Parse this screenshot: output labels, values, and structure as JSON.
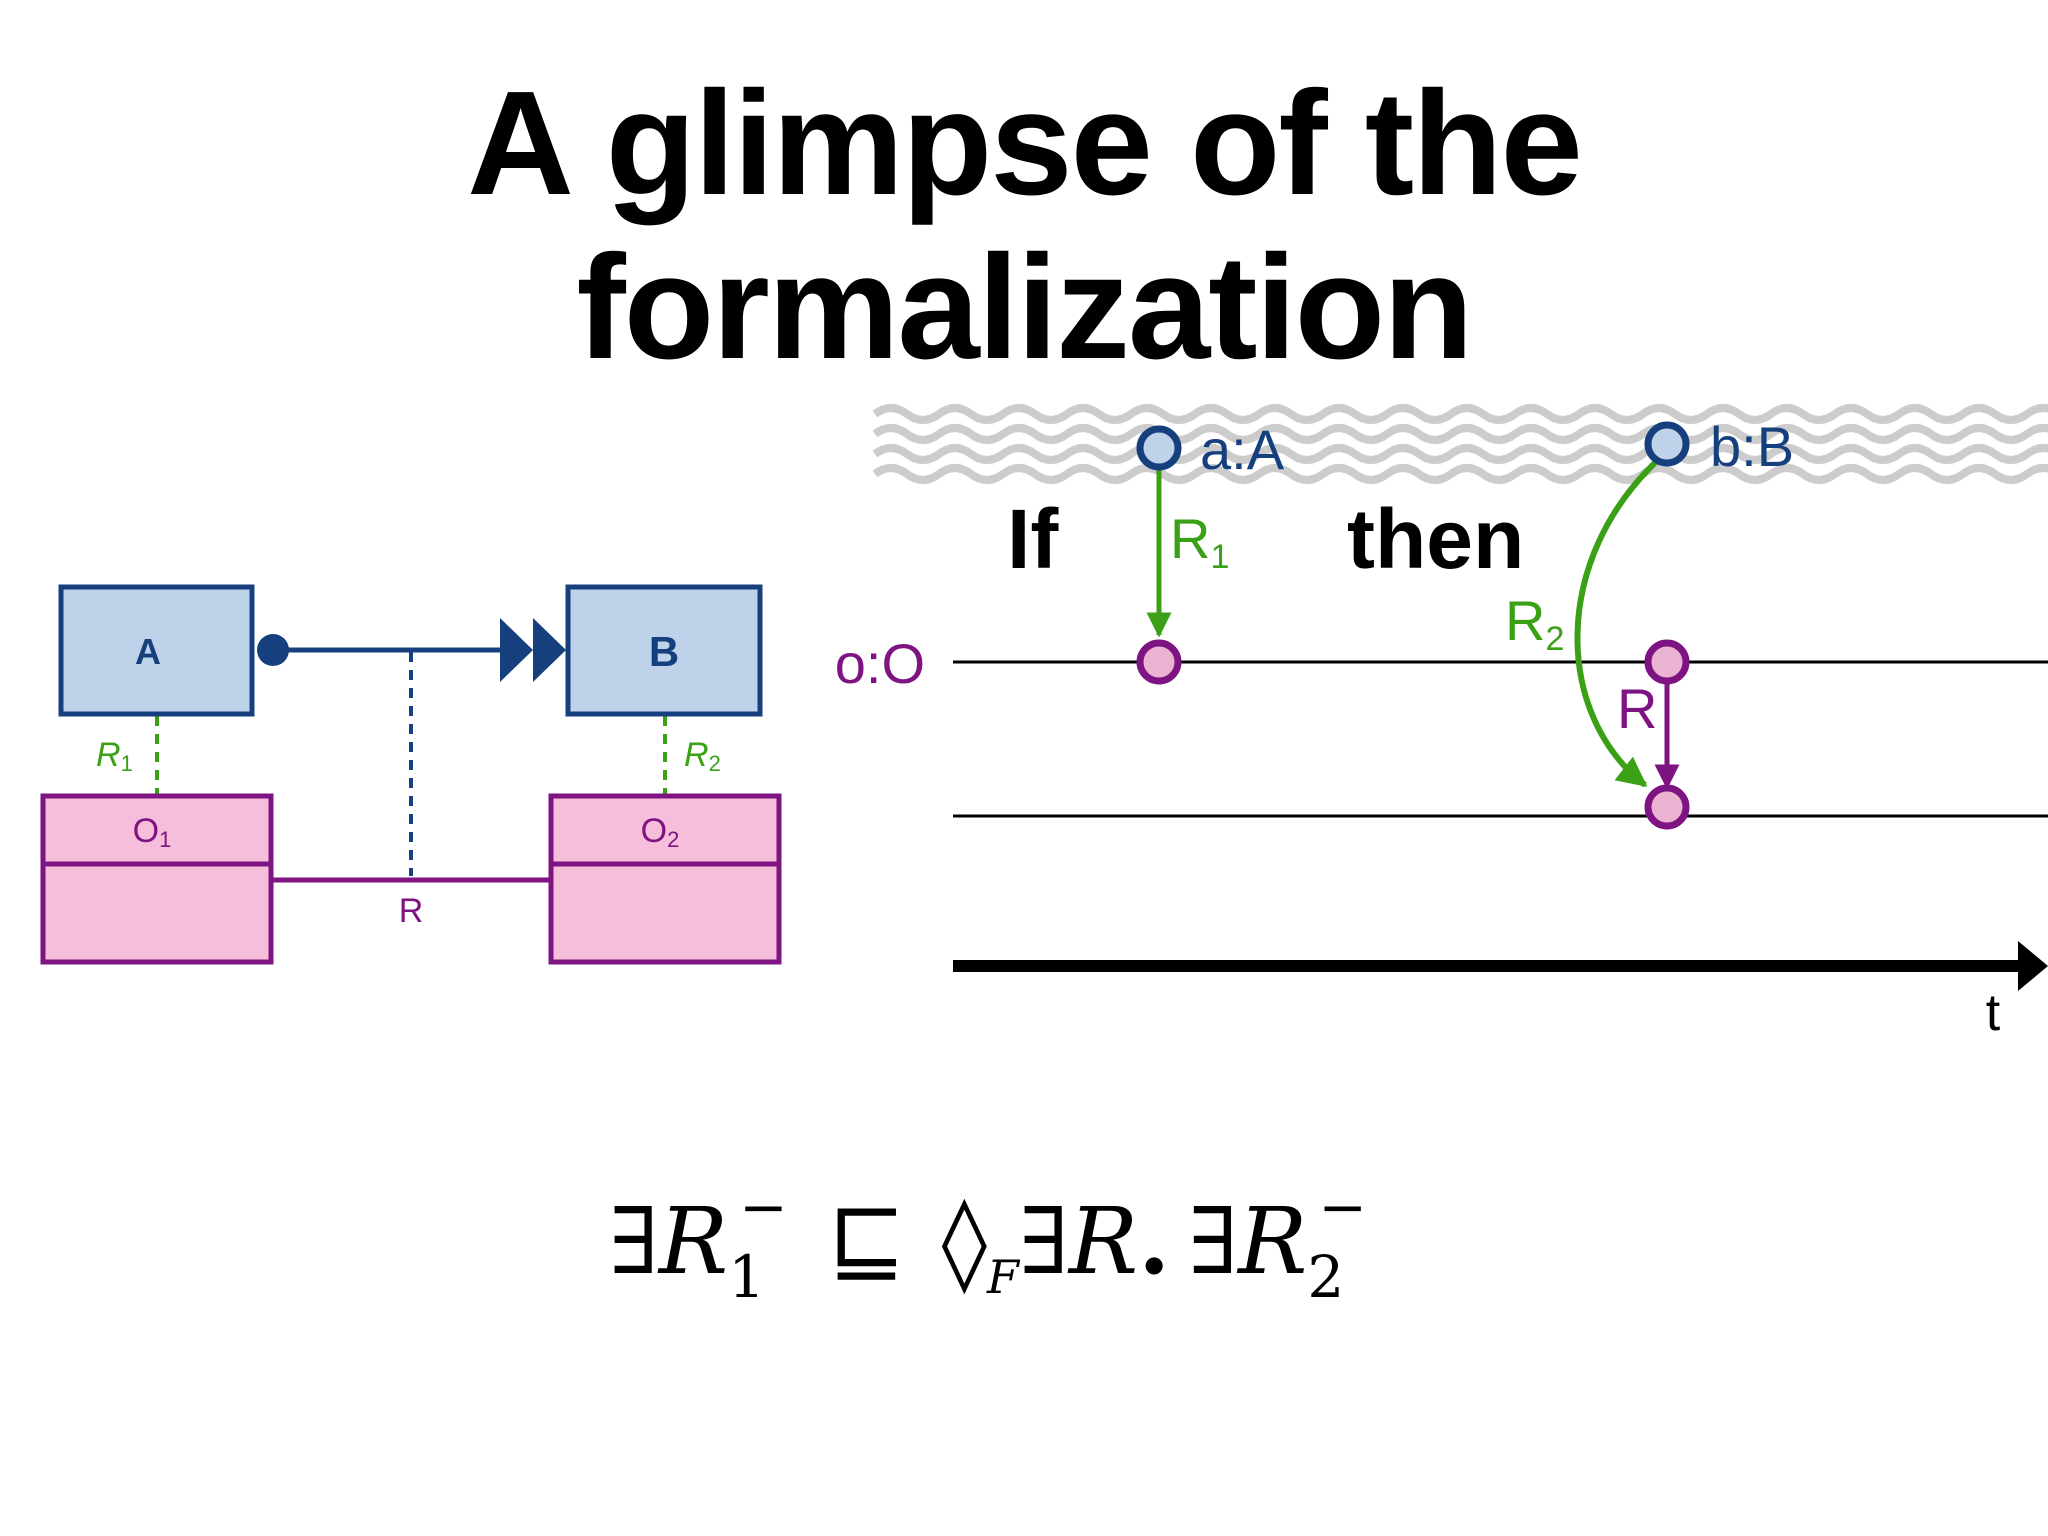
{
  "slide": {
    "title_line1": "A glimpse of the",
    "title_line2": "formalization"
  },
  "uml": {
    "class_a": "A",
    "class_b": "B",
    "class_o1": "O",
    "class_o1_sub": "1",
    "class_o2": "O",
    "class_o2_sub": "2",
    "assoc_r": "R",
    "role_r1": "R",
    "role_r1_sub": "1",
    "role_r2": "R",
    "role_r2_sub": "2"
  },
  "timeline": {
    "object_o": "o:O",
    "object_a": "a:A",
    "object_b": "b:B",
    "word_if": "If",
    "word_then": "then",
    "label_r1": "R",
    "label_r1_sub": "1",
    "label_r2": "R",
    "label_r2_sub": "2",
    "label_r": "R",
    "axis_t": "t"
  },
  "formula": {
    "exists1": "∃",
    "r1": "R",
    "r1_sub": "1",
    "r1_sup": "−",
    "subsumes": "⊑",
    "diamond": "◊",
    "diamond_sub": "F",
    "exists2": "∃",
    "r": "R",
    "dot": ".",
    "exists3": "∃",
    "r2": "R",
    "r2_sub": "2",
    "r2_sup": "−"
  },
  "colors": {
    "blue": "#15407d",
    "blue_fill": "#bed2ea",
    "purple": "#7e1382",
    "pink_fill": "#f6bedb",
    "green": "#3aa117",
    "node_fill": "#ebb3d2",
    "gray_wave": "#cccccc"
  }
}
